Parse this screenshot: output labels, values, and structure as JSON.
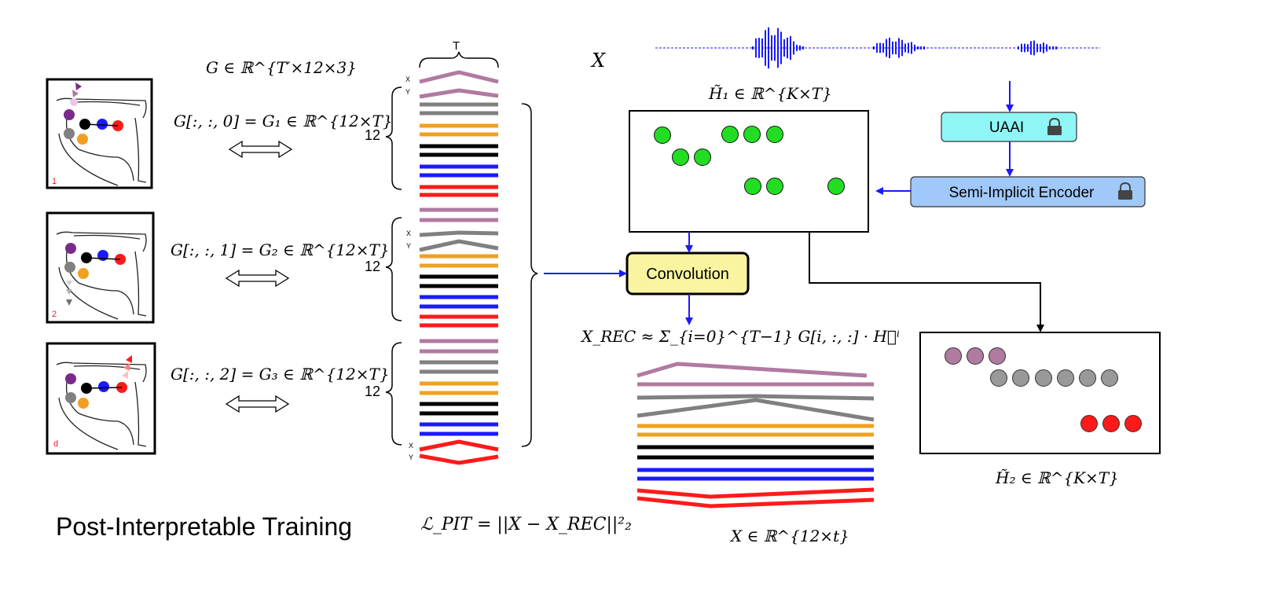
{
  "labels": {
    "g_def": "G ∈ ℝ^{T′×12×3}",
    "g1": "G[:, :, 0] = G₁ ∈ ℝ^{12×T}",
    "g2": "G[:, :, 1] = G₂ ∈ ℝ^{12×T}",
    "g3": "G[:, :, 2] = G₃ ∈ ℝ^{12×T}",
    "T": "T",
    "twelve": "12",
    "x": "X",
    "y": "Y",
    "X": "X",
    "h1": "H̃₁ ∈ ℝ^{K×T}",
    "h2": "H̃₂ ∈ ℝ^{K×T}",
    "xrec": "X_REC ≈ Σ_{i=0}^{T−1} G[i, :, :] · H⃗ⁱ",
    "xdim": "X ∈ ℝ^{12×t}",
    "loss": "ℒ_PIT = ||X − X_REC||²₂",
    "title": "Post-Interpretable Training",
    "uaai": "UAAI",
    "encoder": "Semi-Implicit Encoder",
    "conv": "Convolution",
    "panel_tags": [
      "1",
      "2",
      "d"
    ]
  },
  "colors": {
    "purple": "#b07aa1",
    "gray": "#808080",
    "orange": "#f0a020",
    "black": "#000000",
    "blue": "#1a1aff",
    "red": "#ff1a1a",
    "green": "#22dd22",
    "uaai_fill": "#8ff5f5",
    "encoder_fill": "#a0c8f8",
    "conv_fill": "#f8f4a0",
    "arrow": "#1a1aff"
  },
  "icons": [
    "lock-icon",
    "double-arrow-icon",
    "waveform-icon",
    "vocal-tract-icon"
  ]
}
